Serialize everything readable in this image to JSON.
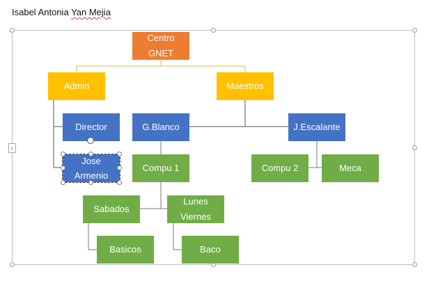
{
  "document": {
    "author_first": "Isabel Antonia",
    "author_last_flagged": "Yan Mejia"
  },
  "nodes": {
    "centro": [
      "Centro",
      "GNET"
    ],
    "admin": "Admin",
    "maestros": "Maestros",
    "director": "Director",
    "gblanco": "G.Blanco",
    "jescalante": "J.Escalante",
    "jose": [
      "Jose",
      "Armenio"
    ],
    "compu1": "Compu 1",
    "compu2": "Compu 2",
    "meca": "Meca",
    "sabados": "Sabados",
    "lunes": [
      "Lunes",
      "Viernes"
    ],
    "basicos": "Basicos",
    "baco": "Baco"
  },
  "colors": {
    "orange": "#ed7d31",
    "gold": "#ffc000",
    "blue": "#4472c4",
    "green": "#70ad47"
  },
  "icons": {
    "canvas_side_tab": "chevron-left-icon",
    "rotate_handle": "rotate-handle-icon"
  },
  "glyphs": {
    "side_tab": "‹"
  }
}
